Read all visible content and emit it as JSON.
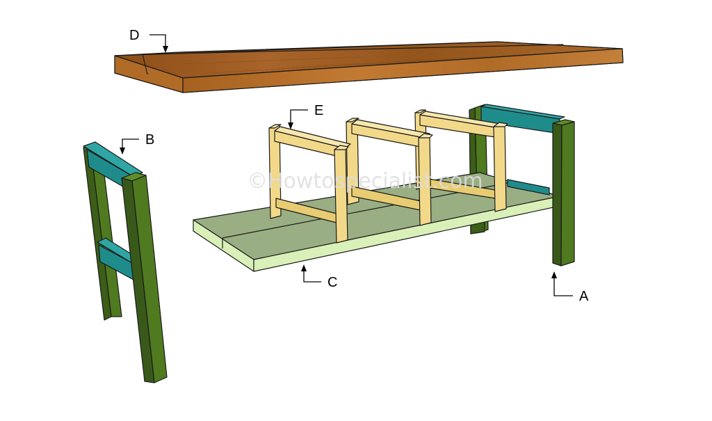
{
  "diagram": {
    "labels": {
      "a": "A",
      "b": "B",
      "c": "C",
      "d": "D",
      "e": "E"
    },
    "watermark": "©Howtospecialist.com",
    "colors": {
      "legs": "#4f7a1f",
      "legs_light": "#5f8e28",
      "legs_dark": "#39591a",
      "supports": "#1f8c8c",
      "supports_light": "#2fa5a5",
      "shelf_top": "#9aae84",
      "shelf_edge": "#d9f0b8",
      "frames": "#f2d98a",
      "frames_dark": "#d8bb60",
      "tabletop_top": "#9a5a1e",
      "tabletop_front": "#b5702c"
    }
  }
}
